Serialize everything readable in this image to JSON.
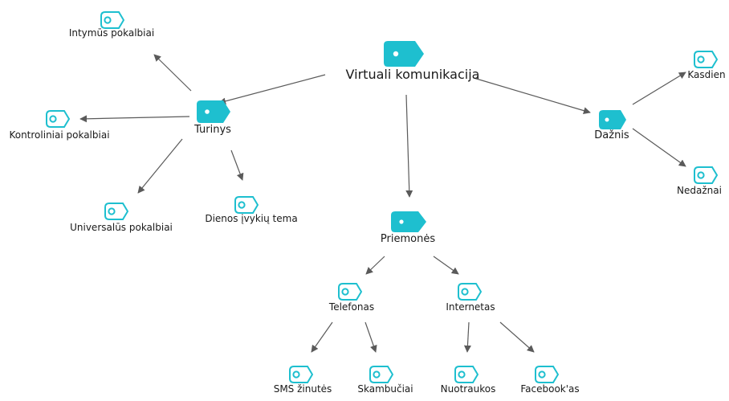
{
  "diagram": {
    "colors": {
      "accent": "#1ebfcf",
      "edge": "#5a5a5a",
      "text": "#1a1a1a"
    },
    "nodes": {
      "root": {
        "label": "Virtuali komunikacija",
        "icon": "filled-tag-icon"
      },
      "turinys": {
        "label": "Turinys",
        "icon": "filled-tag-icon"
      },
      "intymus": {
        "label": "Intymūs pokalbiai",
        "icon": "outline-tag-icon"
      },
      "kontroliniai": {
        "label": "Kontroliniai pokalbiai",
        "icon": "outline-tag-icon"
      },
      "universalus": {
        "label": "Universalūs pokalbiai",
        "icon": "outline-tag-icon"
      },
      "dienos": {
        "label": "Dienos įvykių tema",
        "icon": "outline-tag-icon"
      },
      "daznis": {
        "label": "Dažnis",
        "icon": "filled-tag-icon"
      },
      "kasdien": {
        "label": "Kasdien",
        "icon": "outline-tag-icon"
      },
      "nedaznai": {
        "label": "Nedažnai",
        "icon": "outline-tag-icon"
      },
      "priemones": {
        "label": "Priemonės",
        "icon": "filled-tag-icon"
      },
      "telefonas": {
        "label": "Telefonas",
        "icon": "outline-tag-icon"
      },
      "internetas": {
        "label": "Internetas",
        "icon": "outline-tag-icon"
      },
      "sms": {
        "label": "SMS žinutės",
        "icon": "outline-tag-icon"
      },
      "skambuciai": {
        "label": "Skambučiai",
        "icon": "outline-tag-icon"
      },
      "nuotraukos": {
        "label": "Nuotraukos",
        "icon": "outline-tag-icon"
      },
      "facebook": {
        "label": "Facebook'as",
        "icon": "outline-tag-icon"
      }
    },
    "edges": [
      [
        "root",
        "turinys"
      ],
      [
        "root",
        "daznis"
      ],
      [
        "root",
        "priemones"
      ],
      [
        "turinys",
        "intymus"
      ],
      [
        "turinys",
        "kontroliniai"
      ],
      [
        "turinys",
        "universalus"
      ],
      [
        "turinys",
        "dienos"
      ],
      [
        "daznis",
        "kasdien"
      ],
      [
        "daznis",
        "nedaznai"
      ],
      [
        "priemones",
        "telefonas"
      ],
      [
        "priemones",
        "internetas"
      ],
      [
        "telefonas",
        "sms"
      ],
      [
        "telefonas",
        "skambuciai"
      ],
      [
        "internetas",
        "nuotraukos"
      ],
      [
        "internetas",
        "facebook"
      ]
    ]
  }
}
